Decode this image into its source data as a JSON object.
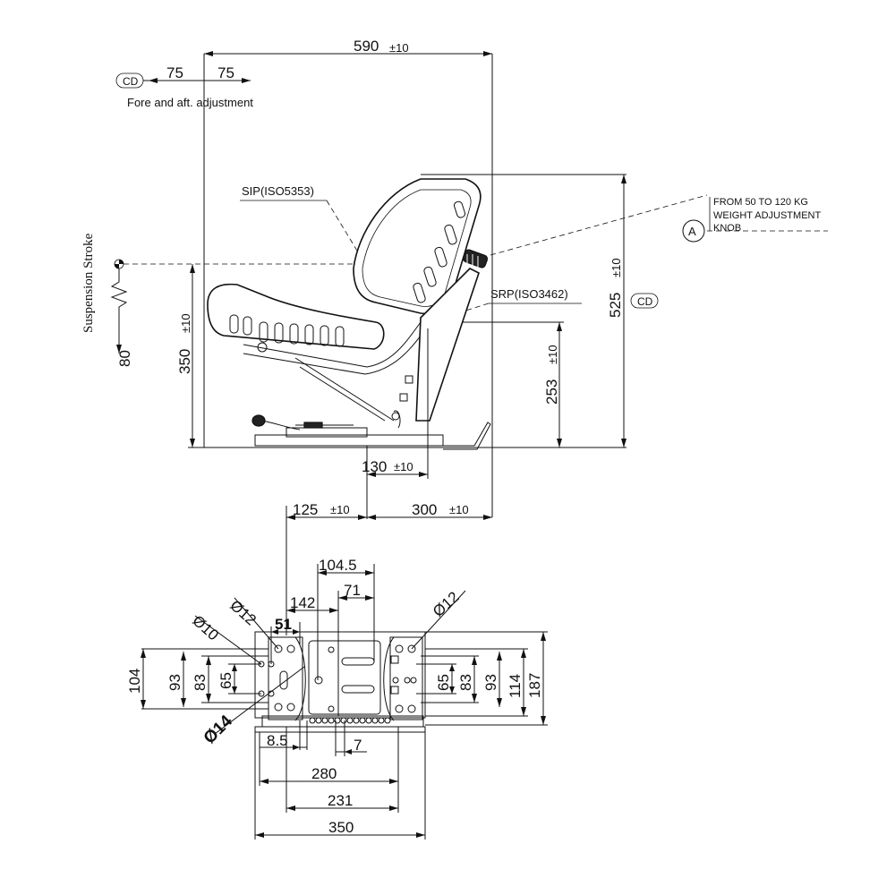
{
  "side_view": {
    "width_590": "590",
    "tol_590": "±10",
    "fore_aft_75_left": "75",
    "fore_aft_75_right": "75",
    "cd_left": "CD",
    "fore_aft_label": "Fore and aft. adjustment",
    "sip_label": "SIP(ISO5353)",
    "srp_label": "SRP(ISO3462)",
    "weight_note_line1": "FROM 50 TO 120 KG",
    "weight_note_line2": "WEIGHT ADJUSTMENT",
    "weight_note_line3": "KNOB",
    "circle_a": "A",
    "suspension_label": "Suspension Stroke",
    "suspension_value": "80",
    "height_350": "350",
    "tol_350": "±10",
    "height_253": "253",
    "tol_253": "±10",
    "height_525": "525",
    "tol_525": "±10",
    "cd_right": "CD",
    "dim_130": "130",
    "tol_130": "±10",
    "dim_125": "125",
    "tol_125": "±10",
    "dim_300": "300",
    "tol_300": "±10"
  },
  "plan_view": {
    "d_104_5": "104.5",
    "d_142": "142",
    "d_71": "71",
    "d_51": "51",
    "dia12_left": "Ø12",
    "dia10": "Ø10",
    "dia12_right": "Ø12",
    "dia14": "Ø14",
    "l_104": "104",
    "l_93": "93",
    "l_83": "83",
    "l_65": "65",
    "r_65": "65",
    "r_83": "83",
    "r_93": "93",
    "r_114": "114",
    "r_187": "187",
    "d_8_5": "8.5",
    "d_7": "7",
    "d_280": "280",
    "d_231": "231",
    "d_350": "350"
  }
}
